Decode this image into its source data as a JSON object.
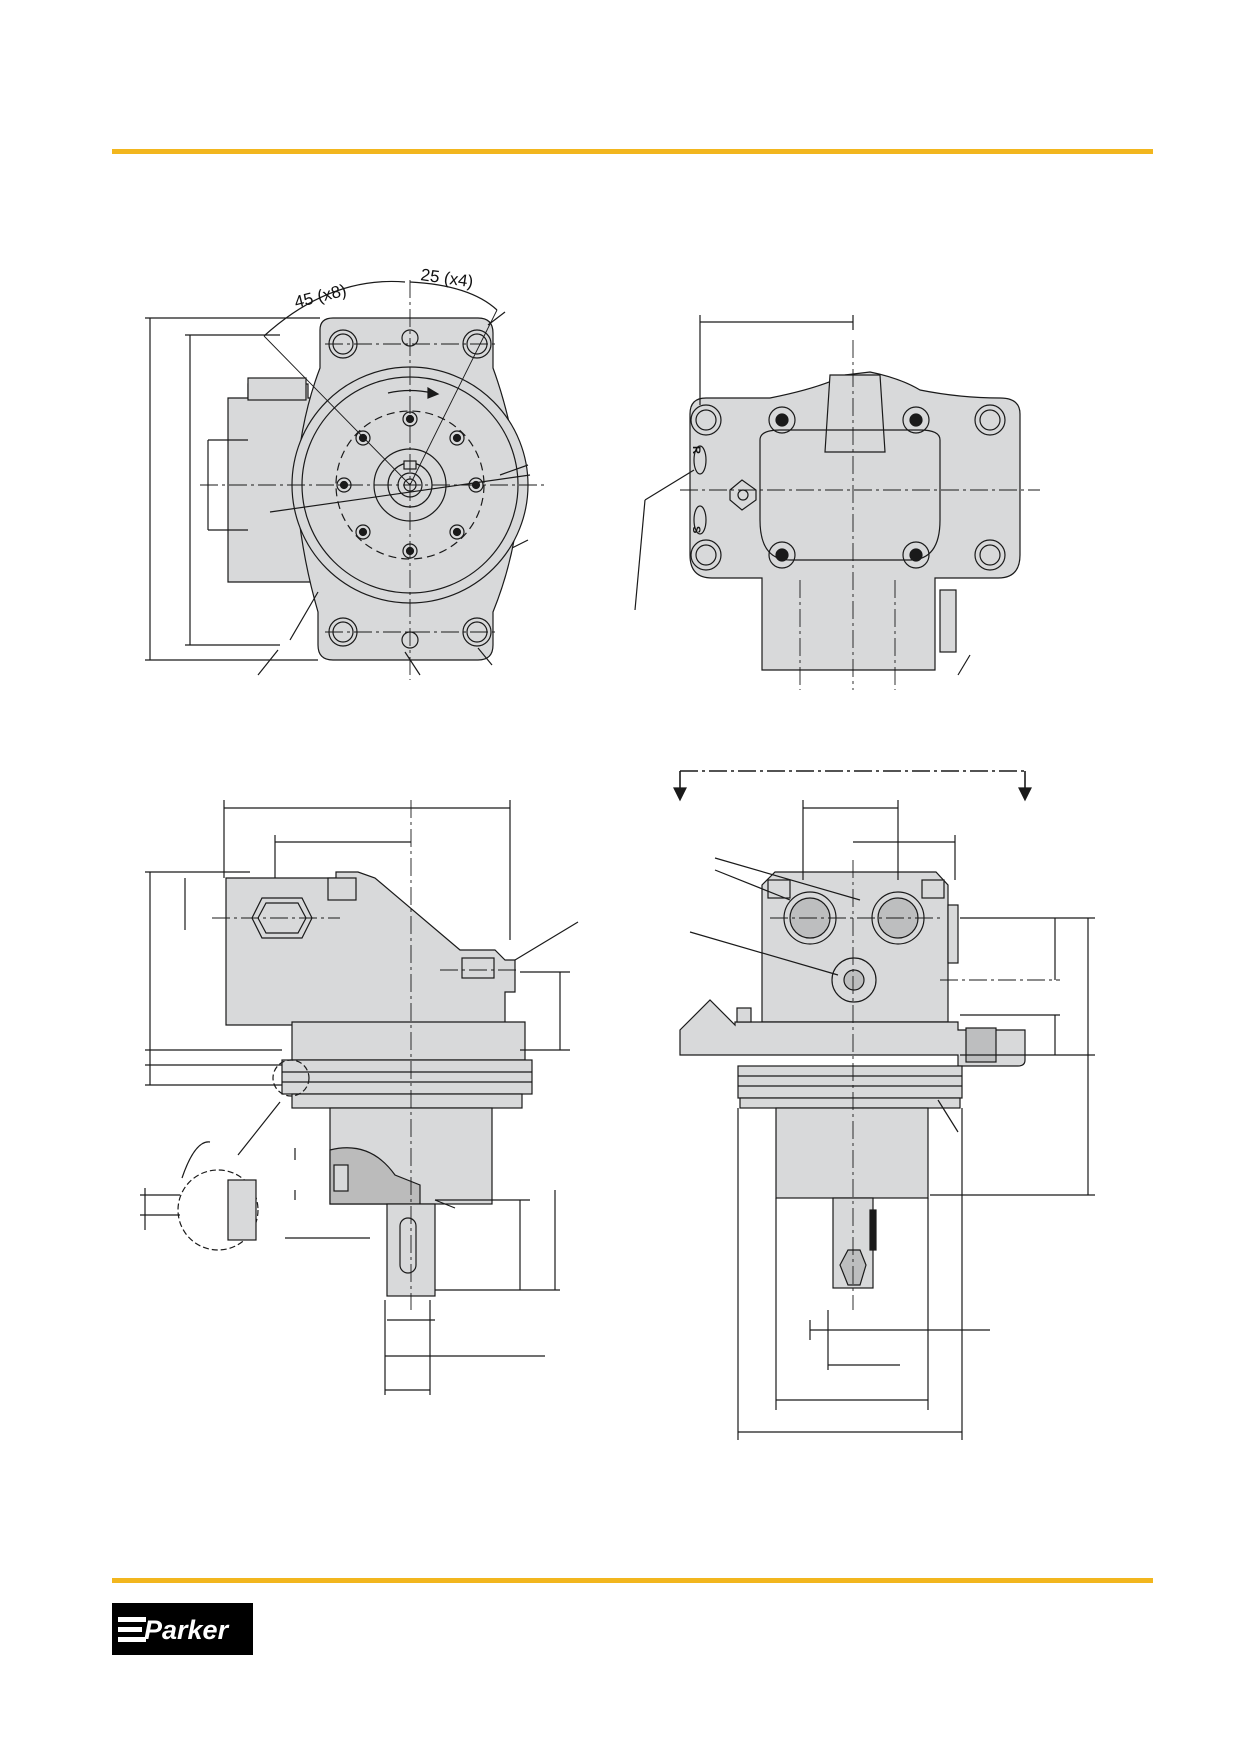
{
  "colors": {
    "rule": "#F2B61E",
    "body_fill": "#D8D9DA",
    "line": "#1A1A1A",
    "logo_bg": "#000000",
    "logo_fg": "#FFFFFF"
  },
  "front_view": {
    "angle_label": "45  (x8)",
    "angle_label_2": "25  (x4)"
  },
  "rear_view": {
    "port_r": "R",
    "port_s": "S"
  },
  "footer": {
    "logo_text": "Parker"
  }
}
